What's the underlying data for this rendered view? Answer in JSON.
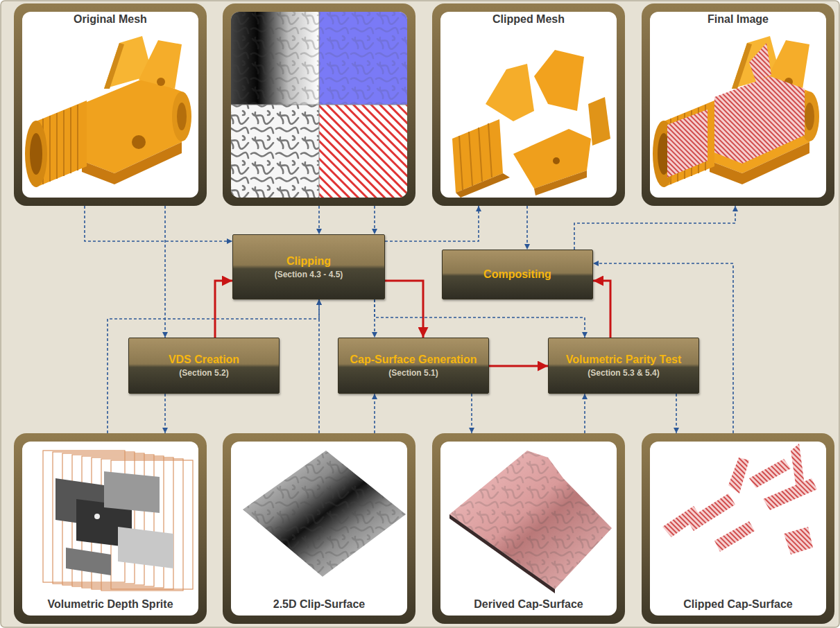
{
  "diagram": {
    "nodes": [
      {
        "text": [
          "Original Mesh"
        ]
      },
      {
        "text": [
          "Clipped Mesh"
        ]
      },
      {
        "text": [
          "Final Image"
        ]
      },
      {
        "text": [
          "Clipping",
          "(Section 4.3 - 4.5)"
        ]
      },
      {
        "text": [
          "Compositing"
        ]
      },
      {
        "text": [
          "VDS Creation",
          "(Section 5.2)"
        ]
      },
      {
        "text": [
          "Cap-Surface Generation",
          "(Section 5.1)"
        ]
      },
      {
        "text": [
          "Volumetric Parity Test",
          "(Section 5.3 & 5.4)"
        ]
      },
      {
        "text": [
          "Volumetric Depth Sprite"
        ]
      },
      {
        "text": [
          "2.5D Clip-Surface"
        ]
      },
      {
        "text": [
          "Derived Cap-Surface"
        ]
      },
      {
        "text": [
          "Clipped Cap-Surface"
        ]
      }
    ],
    "edges": [
      {
        "from": 0,
        "to": 3,
        "arrow": "to"
      },
      {
        "from": 0,
        "to": 5,
        "arrow": "to"
      },
      {
        "from": 3,
        "to": 1,
        "arrow": "to"
      },
      {
        "from": 5,
        "to": 3,
        "arrow": "to"
      },
      {
        "from": 3,
        "to": 6,
        "arrow": "to"
      },
      {
        "from": 3,
        "to": 6,
        "arrow": "to"
      },
      {
        "from": 3,
        "to": 7,
        "arrow": "to"
      },
      {
        "from": 6,
        "to": 7,
        "arrow": "to"
      },
      {
        "from": 7,
        "to": 4,
        "arrow": "to"
      },
      {
        "from": 1,
        "to": 4,
        "arrow": "to"
      },
      {
        "from": 4,
        "to": 2,
        "arrow": "to"
      },
      {
        "from": 5,
        "to": 8,
        "arrow": "to"
      },
      {
        "from": 8,
        "to": 3,
        "arrow": "to"
      },
      {
        "from": 9,
        "to": 3,
        "arrow": "to"
      },
      {
        "from": 9,
        "to": 6,
        "arrow": "to"
      },
      {
        "from": 6,
        "to": 10,
        "arrow": "to"
      },
      {
        "from": 10,
        "to": 7,
        "arrow": "to"
      },
      {
        "from": 7,
        "to": 11,
        "arrow": "to"
      },
      {
        "from": 11,
        "to": 4,
        "arrow": "to"
      }
    ]
  }
}
